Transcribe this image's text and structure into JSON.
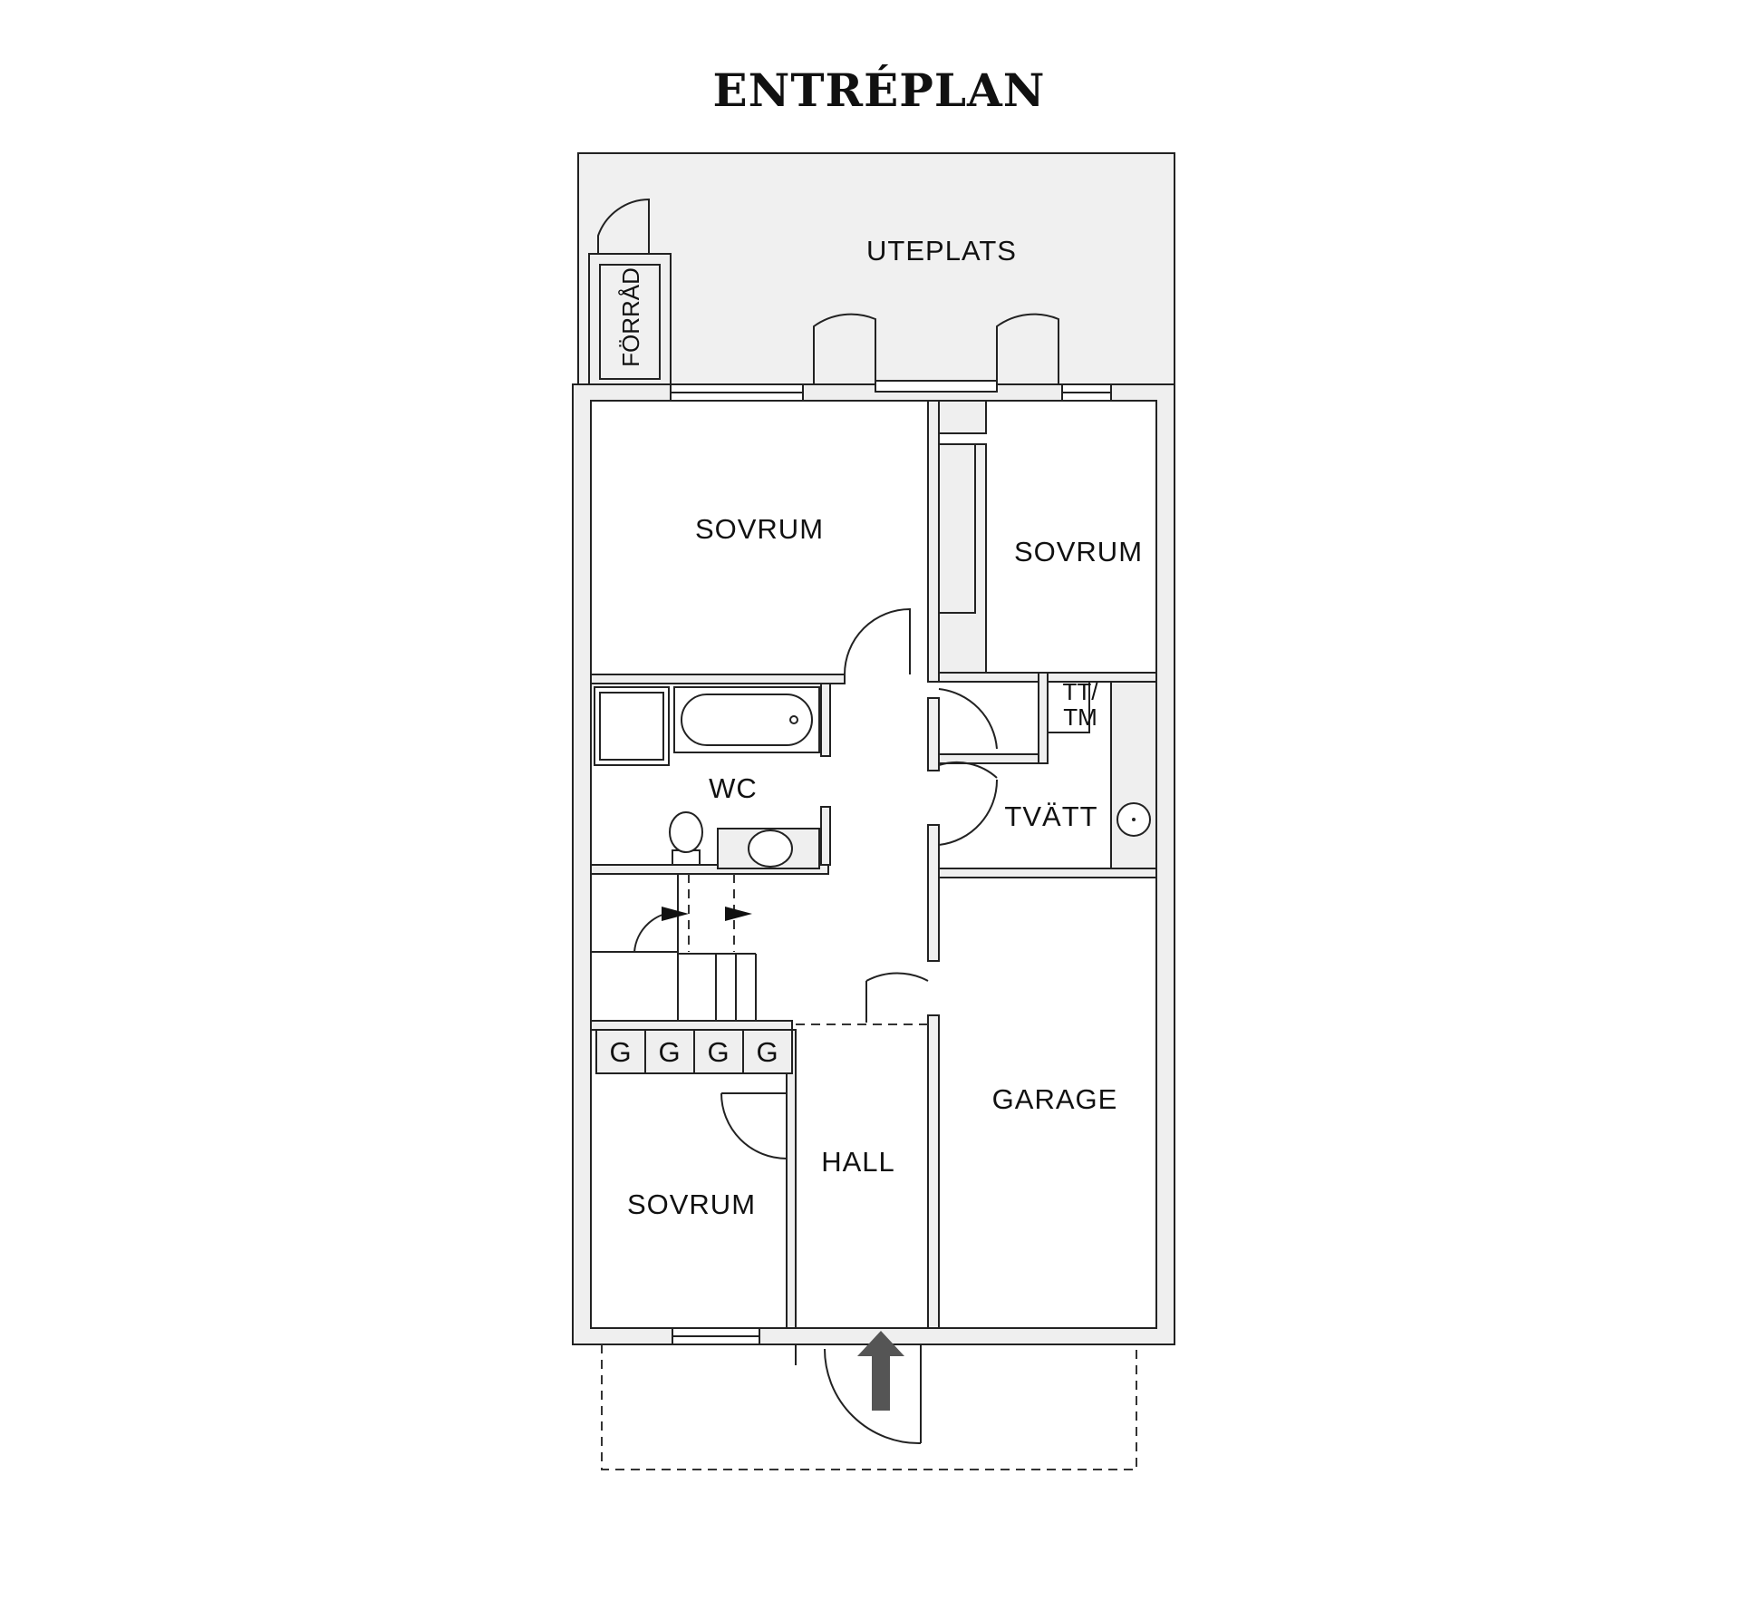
{
  "title": "ENTRÉPLAN",
  "rooms": {
    "uteplats": "UTEPLATS",
    "forrad": "FÖRRÅD",
    "sovrum_top_left": "SOVRUM",
    "sovrum_top_right": "SOVRUM",
    "wc": "WC",
    "tt_tm_1": "TT/",
    "tt_tm_2": "TM",
    "tvatt": "TVÄTT",
    "garage": "GARAGE",
    "hall": "HALL",
    "sovrum_bottom_left": "SOVRUM"
  },
  "wardrobes": [
    "G",
    "G",
    "G",
    "G"
  ],
  "colors": {
    "wall_fill": "#efefef",
    "line": "#222222",
    "arrow": "#555555"
  },
  "icons": {
    "entrance": "arrow-up-icon"
  }
}
